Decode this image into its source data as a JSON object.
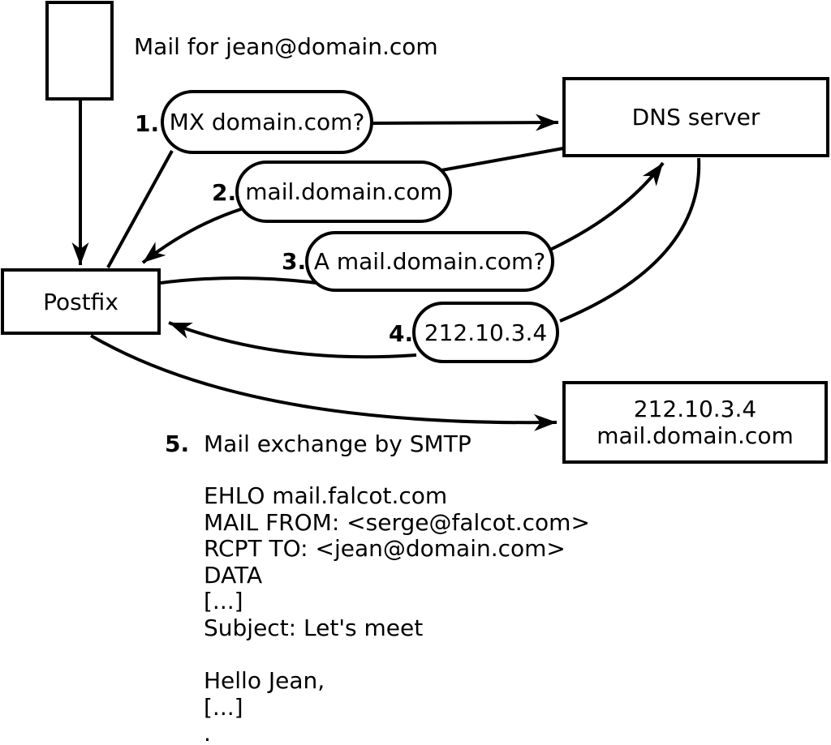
{
  "diagram": {
    "title": "Mail for jean@domain.com",
    "nodes": {
      "postfix": "Postfix",
      "dns_server": "DNS server",
      "mail_server_line1": "212.10.3.4",
      "mail_server_line2": "mail.domain.com"
    },
    "steps": [
      {
        "num": "1.",
        "label": "MX domain.com?"
      },
      {
        "num": "2.",
        "label": "mail.domain.com"
      },
      {
        "num": "3.",
        "label": "A mail.domain.com?"
      },
      {
        "num": "4.",
        "label": "212.10.3.4"
      },
      {
        "num": "5.",
        "label": "Mail exchange by SMTP"
      }
    ],
    "smtp_session": "EHLO mail.falcot.com\nMAIL FROM: <serge@falcot.com>\nRCPT TO: <jean@domain.com>\nDATA\n[...]\nSubject: Let's meet\n\nHello Jean,\n[...]\n.",
    "colors": {
      "stroke": "#000000",
      "background": "#ffffff"
    }
  }
}
